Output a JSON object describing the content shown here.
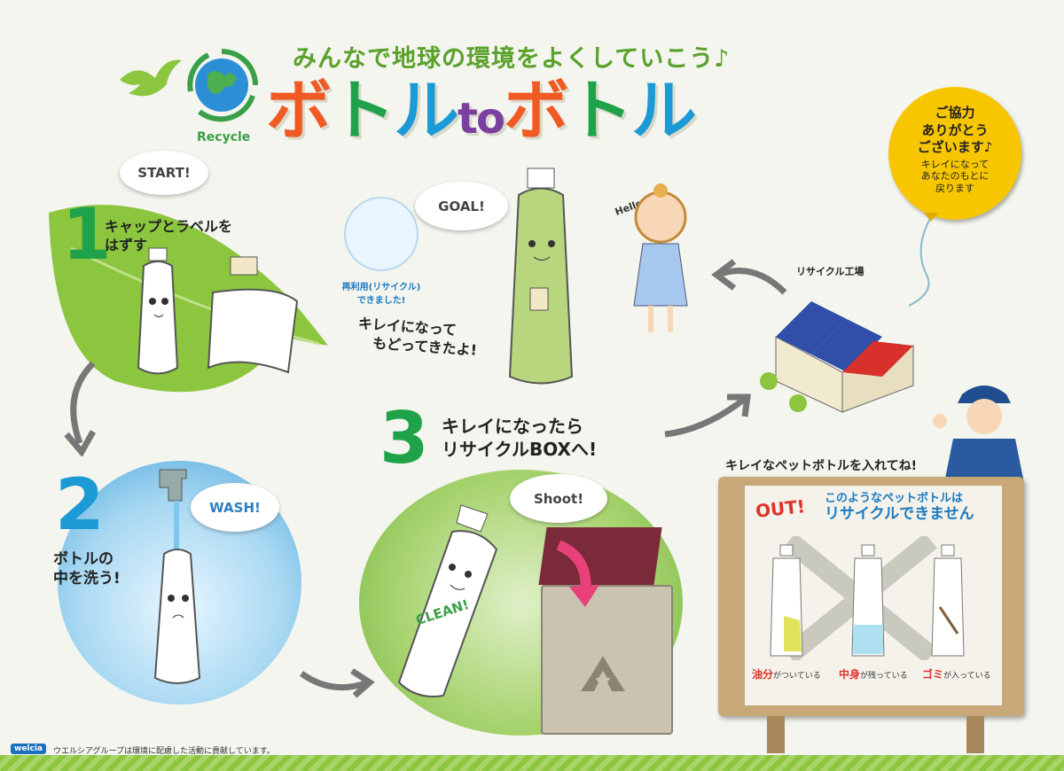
{
  "header": {
    "subtitle": "みんなで地球の環境をよくしていこう♪",
    "title_parts": [
      {
        "text": "ボ",
        "color": "#f05a24"
      },
      {
        "text": "ト",
        "color": "#1fa24a"
      },
      {
        "text": "ル",
        "color": "#1b9ad6"
      },
      {
        "text": "to",
        "color": "#7b3fa0"
      },
      {
        "text": "ボ",
        "color": "#f05a24"
      },
      {
        "text": "ト",
        "color": "#1fa24a"
      },
      {
        "text": "ル",
        "color": "#1b9ad6"
      }
    ],
    "recycle_label": "Recycle"
  },
  "balloon": {
    "line1": "ご協力",
    "line2": "ありがとう",
    "line3": "ございます♪",
    "sub1": "キレイになって",
    "sub2": "あなたのもとに",
    "sub3": "戻ります"
  },
  "steps": {
    "step1": {
      "number": "1",
      "start_bubble": "START!",
      "line1": "キャップとラベルを",
      "line2": "はずす"
    },
    "step2": {
      "number": "2",
      "wash_bubble": "WASH!",
      "line1": "ボトルの",
      "line2": "中を洗う!"
    },
    "step3": {
      "number": "3",
      "line1": "キレイになったら",
      "line2": "リサイクルBOXへ!",
      "shoot_bubble": "Shoot!",
      "clean_label": "CLEAN!"
    },
    "goal": {
      "goal_bubble": "GOAL!",
      "line1": "キレイになって",
      "line2": "もどってきたよ!",
      "hello": "Hello!",
      "reuse1": "再利用(リサイクル)",
      "reuse2": "できました!"
    }
  },
  "factory": {
    "label": "リサイクル工場"
  },
  "board": {
    "header": "キレイなペットボトルを入れてね!",
    "out_label": "OUT!",
    "warn1": "このようなペットボトルは",
    "warn2": "リサイクルできません",
    "items": [
      {
        "bold": "油分",
        "rest": "がついている"
      },
      {
        "bold": "中身",
        "rest": "が残っている"
      },
      {
        "bold": "ゴミ",
        "rest": "が入っている"
      }
    ]
  },
  "footer": {
    "logo": "welcia",
    "text": "ウエルシアグループは環境に配慮した活動に貢献しています。"
  },
  "colors": {
    "green": "#5aa12a",
    "leaf": "#8cc63f",
    "orange": "#f05a24",
    "blue": "#1b9ad6",
    "red": "#e0312b",
    "yellow": "#f5c400"
  }
}
